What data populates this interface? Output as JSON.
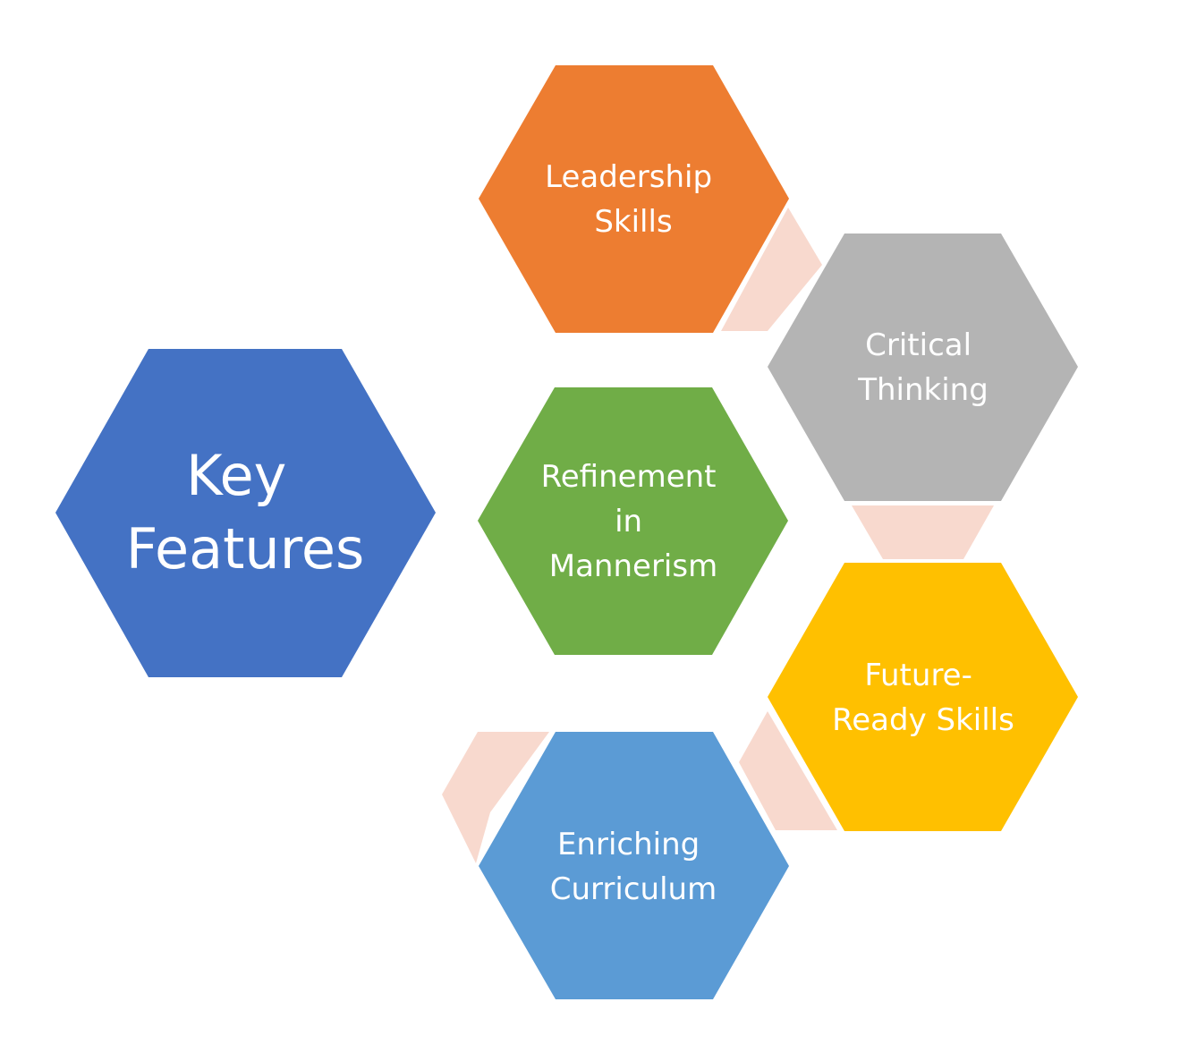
{
  "diagram": {
    "connector_color": "#F8D9CE",
    "hexagons": [
      {
        "id": "key-features",
        "lines": [
          "Key",
          "Features"
        ],
        "color": "#4472C4",
        "icon": "none"
      },
      {
        "id": "leadership-skills",
        "lines": [
          "Leadership",
          "Skills"
        ],
        "color": "#ED7D31",
        "icon": "none"
      },
      {
        "id": "critical-thinking",
        "lines": [
          "Critical",
          "Thinking"
        ],
        "color": "#B4B4B4",
        "icon": "none"
      },
      {
        "id": "refinement-in-mannerism",
        "lines": [
          "Refinement",
          "in",
          "Mannerism"
        ],
        "color": "#70AD47",
        "icon": "none"
      },
      {
        "id": "future-ready-skills",
        "lines": [
          "Future-",
          "Ready Skills"
        ],
        "color": "#FFC000",
        "icon": "none"
      },
      {
        "id": "enriching-curriculum",
        "lines": [
          "Enriching",
          "Curriculum"
        ],
        "color": "#5B9BD5",
        "icon": "none"
      }
    ]
  }
}
